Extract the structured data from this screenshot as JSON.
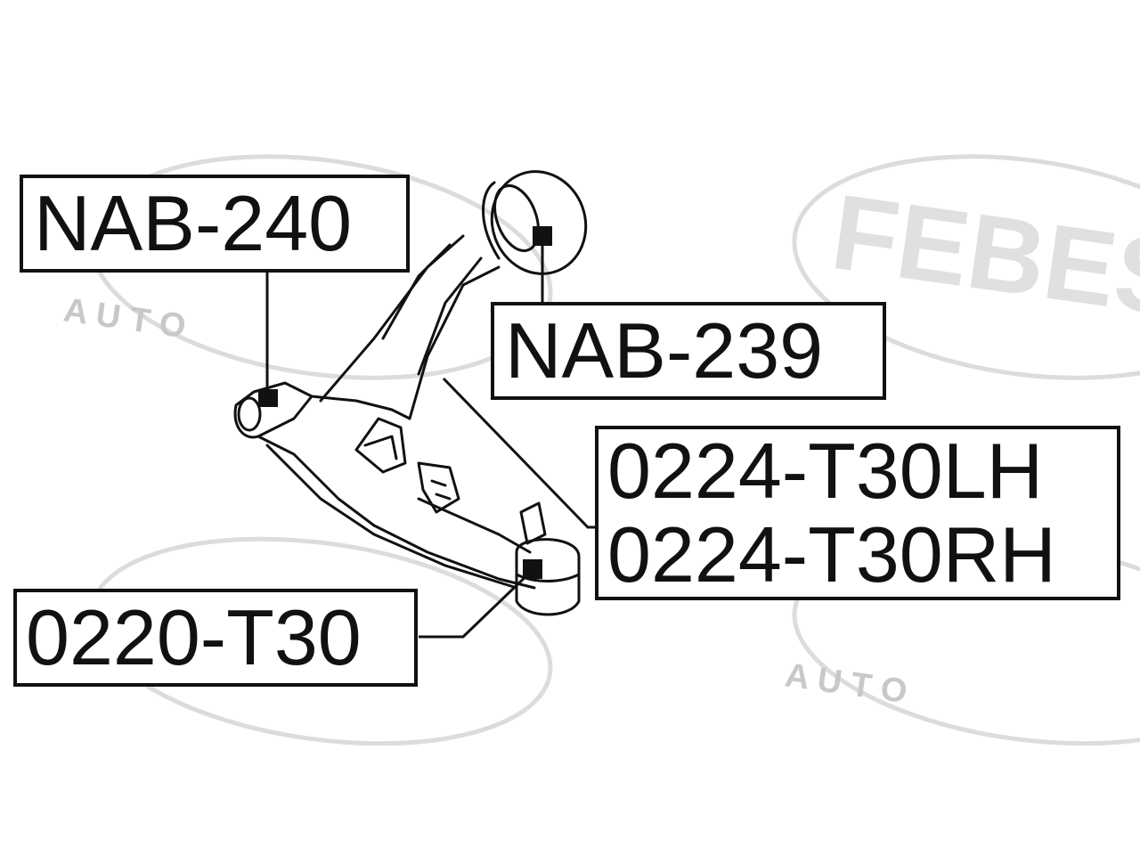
{
  "diagram": {
    "labels": {
      "nab240": "NAB-240",
      "nab239": "NAB-239",
      "arm_lh": "0224-T30LH",
      "arm_rh": "0224-T30RH",
      "ball_joint": "0220-T30"
    },
    "watermark": {
      "brand_letters": "FEBEST",
      "sub_letters": "A U T O"
    },
    "colors": {
      "line": "#111111",
      "watermark": "#d9d9d9",
      "background": "#ffffff"
    },
    "icons": [
      "control-arm-drawing",
      "bushing-icon",
      "ball-joint-icon"
    ]
  }
}
